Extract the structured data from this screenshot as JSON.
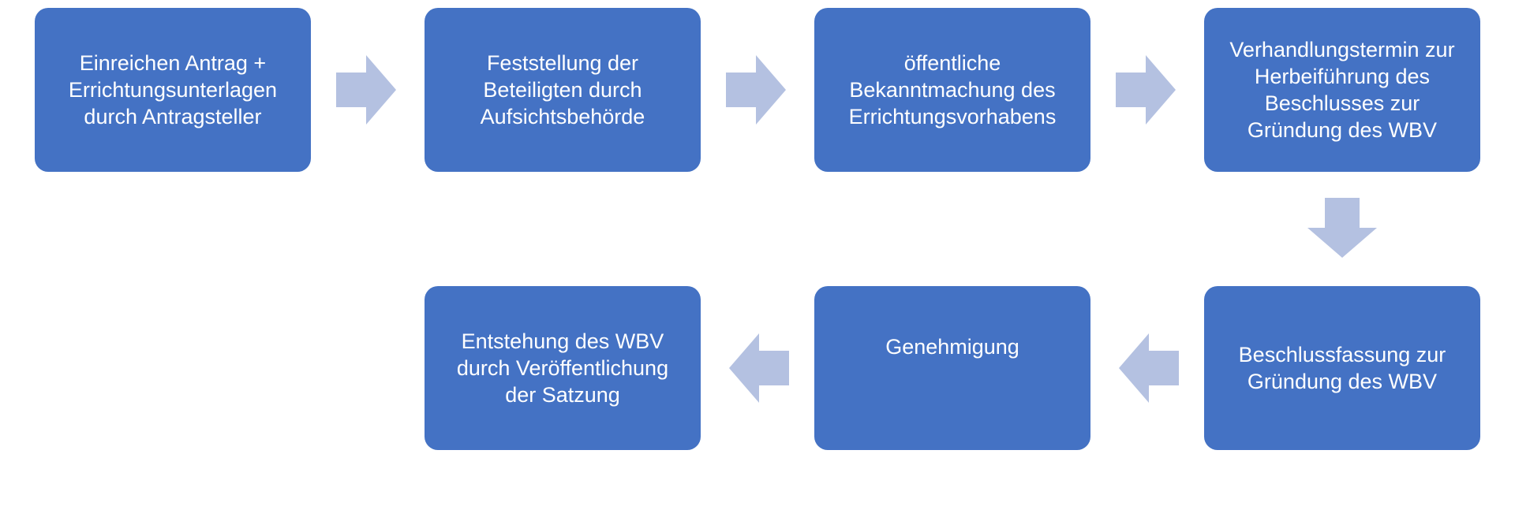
{
  "diagram": {
    "colors": {
      "box_fill": "#4472c4",
      "box_text": "#ffffff",
      "arrow_fill": "#b4c1e1"
    },
    "steps": [
      {
        "label": "Einreichen Antrag +\nErrichtungsunterlagen\ndurch Antragsteller"
      },
      {
        "label": "Feststellung der\nBeteiligten durch\nAufsichtsbehörde"
      },
      {
        "label": "öffentliche\nBekanntmachung des\nErrichtungsvorhabens"
      },
      {
        "label": "Verhandlungstermin zur\nHerbeiführung des\nBeschlusses zur\nGründung des WBV"
      },
      {
        "label": "Beschlussfassung zur\nGründung des WBV"
      },
      {
        "label": "Genehmigung"
      },
      {
        "label": "Entstehung des WBV\ndurch Veröffentlichung\nder Satzung"
      }
    ],
    "connectors": [
      {
        "from": 1,
        "to": 2,
        "direction": "right"
      },
      {
        "from": 2,
        "to": 3,
        "direction": "right"
      },
      {
        "from": 3,
        "to": 4,
        "direction": "right"
      },
      {
        "from": 4,
        "to": 5,
        "direction": "down"
      },
      {
        "from": 5,
        "to": 6,
        "direction": "left"
      },
      {
        "from": 6,
        "to": 7,
        "direction": "left"
      }
    ]
  }
}
